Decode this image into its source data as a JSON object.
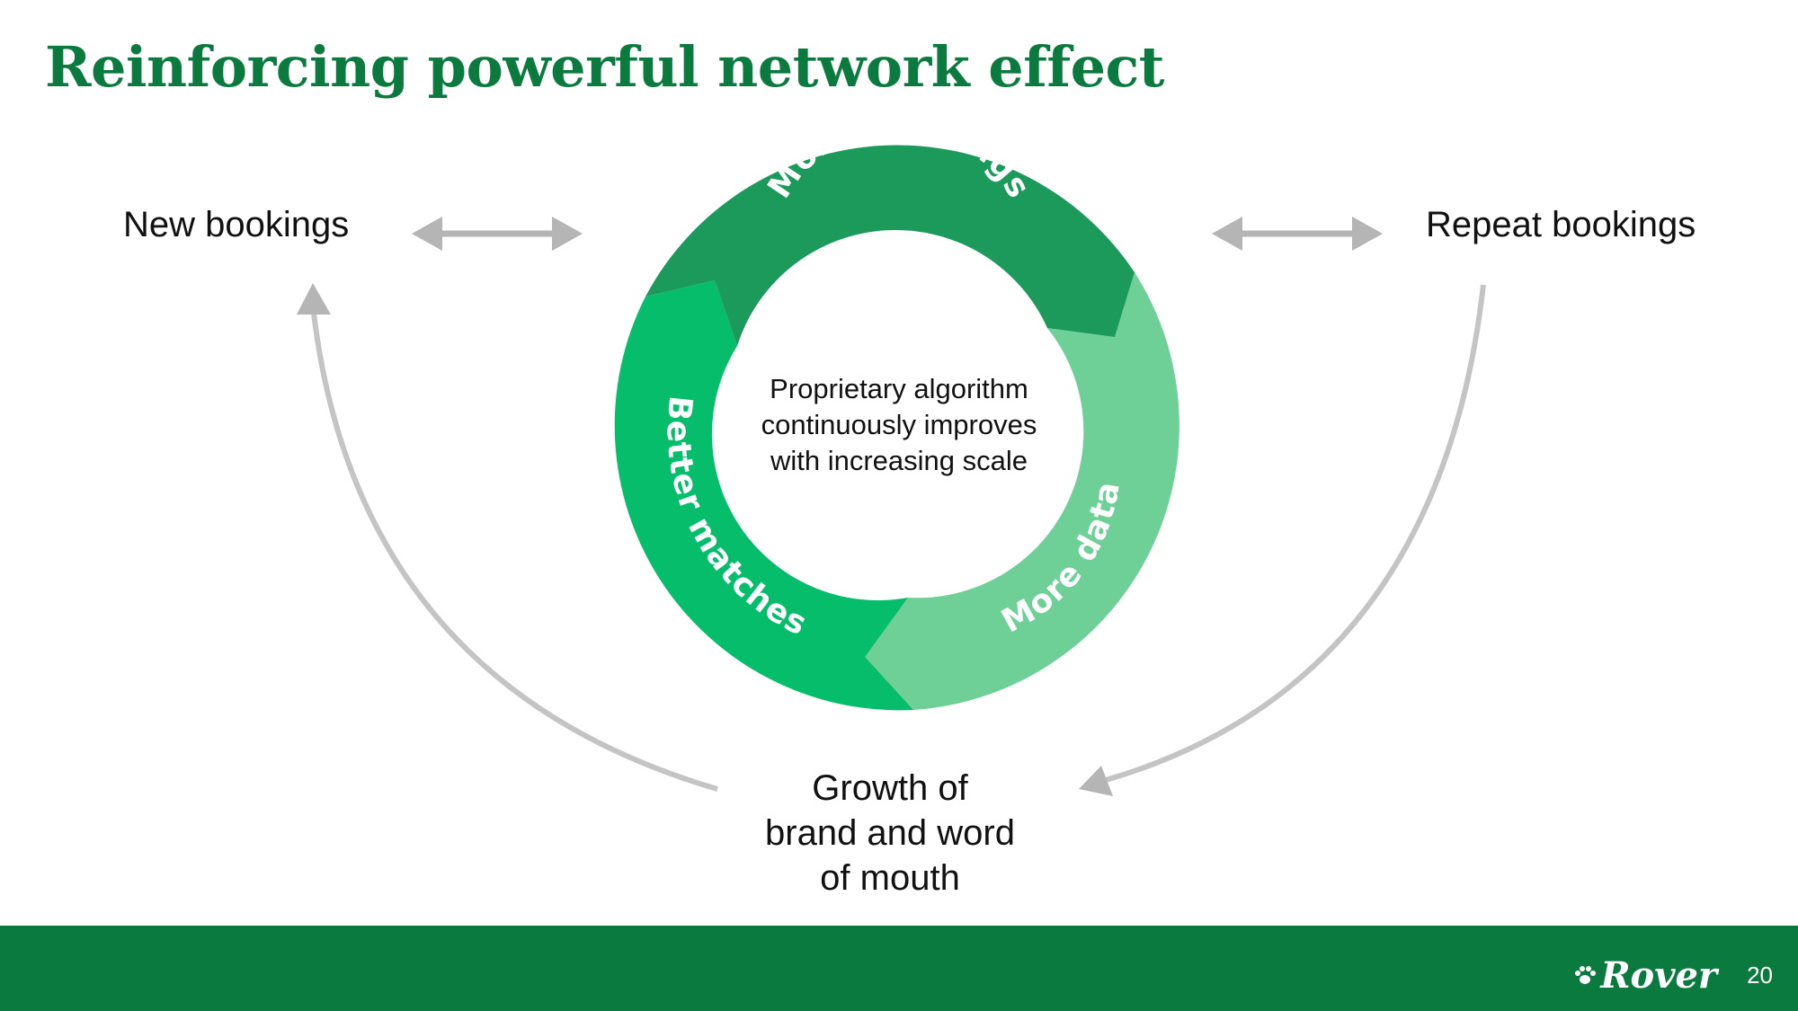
{
  "title": "Reinforcing powerful network effect",
  "nodes": {
    "new_bookings": "New bookings",
    "repeat_bookings": "Repeat bookings",
    "growth_line1": "Growth of",
    "growth_line2": "brand and word",
    "growth_line3": "of mouth"
  },
  "cycle": {
    "segment_top": "More bookings",
    "segment_right": "More data",
    "segment_left": "Better matches",
    "center_line1": "Proprietary algorithm",
    "center_line2": "continuously improves",
    "center_line3": "with increasing scale"
  },
  "colors": {
    "title": "#0b7a3e",
    "segment_top": "#1b9a5b",
    "segment_right": "#6ed097",
    "segment_left": "#06bd6c",
    "arrows": "#b5b5b5",
    "footer": "#0b7a3e"
  },
  "footer": {
    "logo": "Rover",
    "page_number": "20"
  }
}
